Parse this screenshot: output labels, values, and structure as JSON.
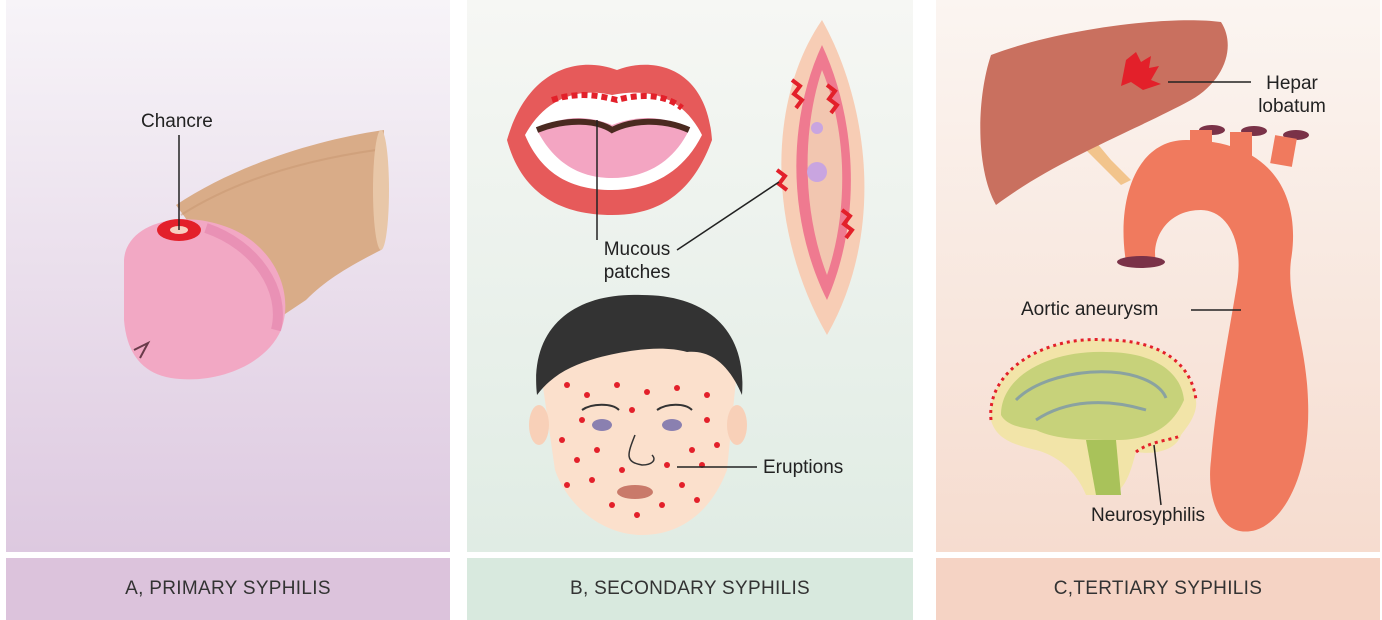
{
  "panels": [
    {
      "caption": "A, PRIMARY SYPHILIS",
      "background_top": "#f7f4f8",
      "background_bottom": "#ddc9e0",
      "caption_color": "#dcc3dc",
      "labels": {
        "chancre": "Chancre"
      }
    },
    {
      "caption": "B, SECONDARY SYPHILIS",
      "background_top": "#f6f7f4",
      "background_bottom": "#e0ece4",
      "caption_color": "#d8e9de",
      "labels": {
        "mucous_patches_line1": "Mucous",
        "mucous_patches_line2": "patches",
        "eruptions": "Eruptions"
      }
    },
    {
      "caption": "C,TERTIARY SYPHILIS",
      "background_top": "#fbf5f1",
      "background_bottom": "#f6dccf",
      "caption_color": "#f5d3c4",
      "labels": {
        "hepar_line1": "Hepar",
        "hepar_line2": "lobatum",
        "aortic_aneurysm": "Aortic aneurysm",
        "neurosyphilis": "Neurosyphilis"
      }
    }
  ],
  "colors": {
    "lesion_red": "#e3202a",
    "skin": "#f0b9a5",
    "aorta": "#f07a5e",
    "liver": "#c9705f"
  }
}
